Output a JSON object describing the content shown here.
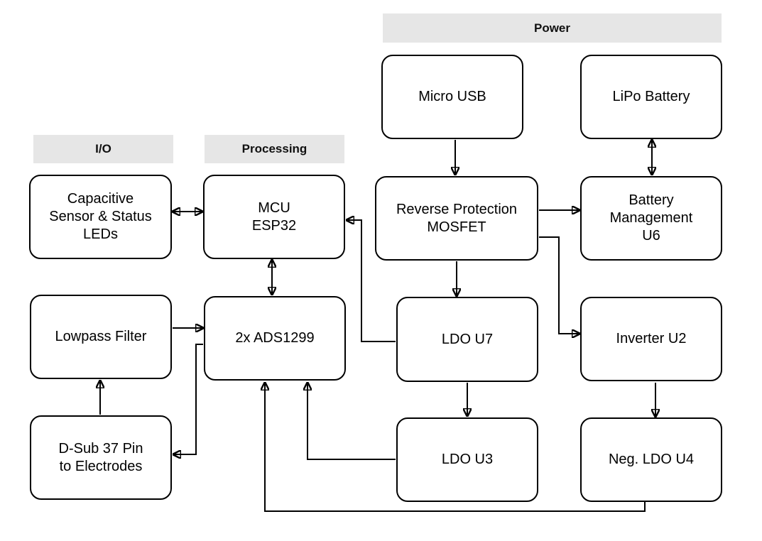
{
  "sections": {
    "io": "I/O",
    "processing": "Processing",
    "power": "Power"
  },
  "blocks": {
    "capacitive": "Capacitive\nSensor & Status\nLEDs",
    "mcu": "MCU\nESP32",
    "lowpass": "Lowpass Filter",
    "ads": "2x ADS1299",
    "dsub": "D-Sub 37 Pin\nto Electrodes",
    "micro_usb": "Micro USB",
    "lipo": "LiPo Battery",
    "reverse": "Reverse Protection\nMOSFET",
    "battery_mgmt": "Battery\nManagement\nU6",
    "ldo_u7": "LDO U7",
    "inverter": "Inverter U2",
    "ldo_u3": "LDO U3",
    "neg_ldo": "Neg. LDO U4"
  }
}
